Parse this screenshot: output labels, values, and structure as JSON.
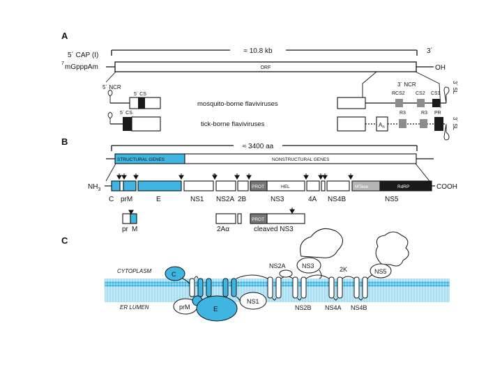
{
  "panel_a": {
    "label": "A",
    "five_cap": "5´ CAP (I)",
    "size": "≈ 10.8 kb",
    "three_prime": "3´",
    "cap_mgppp": "mGpppAm",
    "cap_superscript": "7",
    "orf": "ORF",
    "oh": "OH",
    "five_ncr": "5´ NCR",
    "five_cs_1": "5´ CS",
    "five_cs_2": "5´ CS",
    "three_ncr": "3´ NCR",
    "three_sl_1": "3´ SL",
    "three_sl_2": "3´ SL",
    "mosquito": "mosquito-borne flaviviruses",
    "tick": "tick-borne flaviviruses",
    "rcs2": "RCS2",
    "cs2": "CS2",
    "cs1": "CS1",
    "r3_1": "R3",
    "r3_2": "R3",
    "pr": "PR",
    "an": "A",
    "an_sub": "n"
  },
  "panel_b": {
    "label": "B",
    "size": "≈ 3400 aa",
    "structural": "STRUCTURAL GENES",
    "nonstructural": "NONSTRUCTURAL GENES",
    "nh3": "NH",
    "nh3_sub": "3",
    "cooh": "COOH",
    "question": "?",
    "prot": "PROT",
    "hel": "HEL",
    "mtase": "MTase",
    "rdrp": "RdRP",
    "genes": [
      "C",
      "prM",
      "E",
      "NS1",
      "NS2A",
      "2B",
      "NS3",
      "4A",
      "NS4B",
      "NS5"
    ],
    "pr": "pr",
    "m": "M",
    "two_a_alpha": "2Aα",
    "prot2": "PROT",
    "cleaved_ns3": "cleaved NS3"
  },
  "panel_c": {
    "label": "C",
    "cytoplasm": "CYTOPLASM",
    "er_lumen": "ER LUMEN",
    "c": "C",
    "prm": "prM",
    "e": "E",
    "ns1": "NS1",
    "ns2a": "NS2A",
    "ns3": "NS3",
    "twok": "2K",
    "ns5": "NS5",
    "ns2b": "NS2B",
    "ns4a": "NS4A",
    "ns4b": "NS4B"
  },
  "colors": {
    "accent": "#3fb6e2",
    "membrane": "#8fd3ee",
    "dark": "#1a1a1a",
    "grey": "#8c8c8c"
  }
}
